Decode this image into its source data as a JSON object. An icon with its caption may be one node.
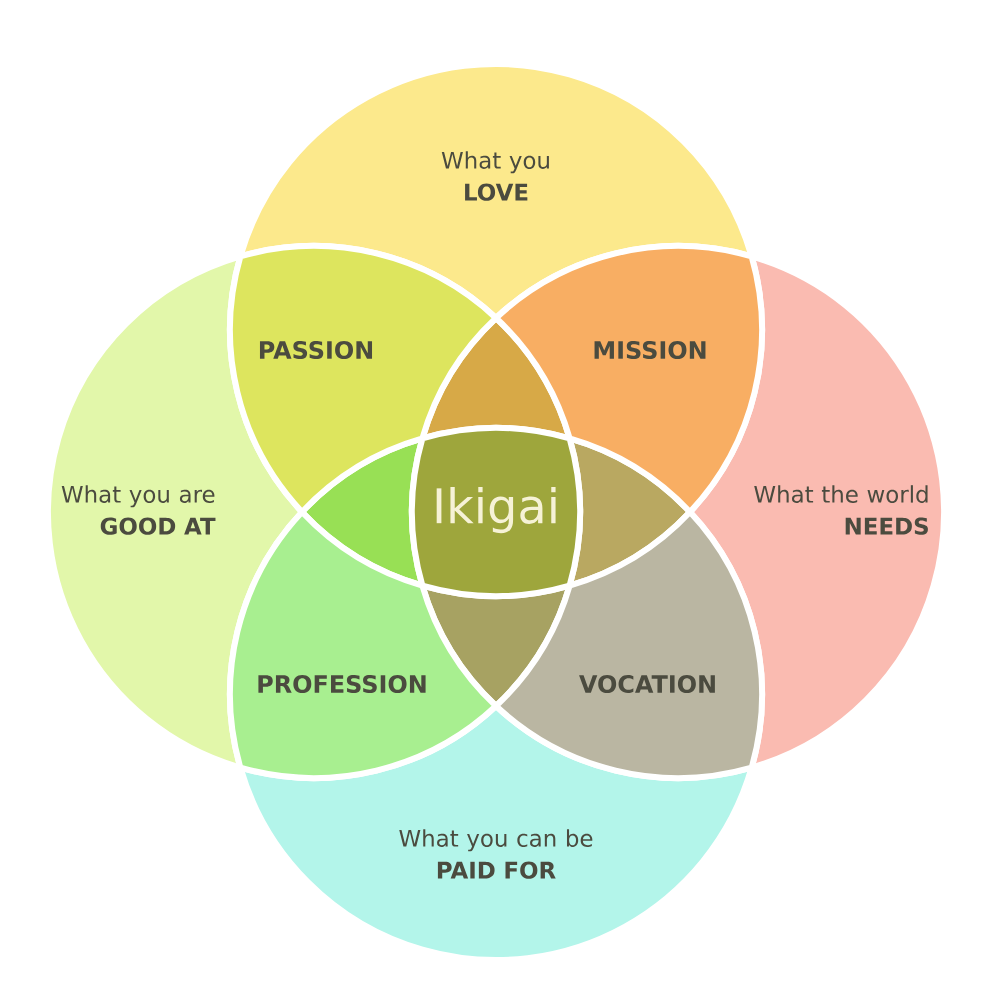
{
  "diagram": {
    "nodes": [
      {
        "text": [
          "What you **LOVE**"
        ]
      },
      {
        "text": [
          "PASSION"
        ]
      },
      {
        "text": [
          "MISSION"
        ]
      },
      {
        "text": [
          "What you are **GOOD AT**"
        ]
      },
      {
        "text": [
          "Ikigai"
        ]
      },
      {
        "text": [
          "What the world **NEEDS**"
        ]
      },
      {
        "text": [
          "PROFESSION"
        ]
      },
      {
        "text": [
          "VOCATION"
        ]
      },
      {
        "text": [
          "What you can be **PAID FOR**"
        ]
      }
    ]
  }
}
